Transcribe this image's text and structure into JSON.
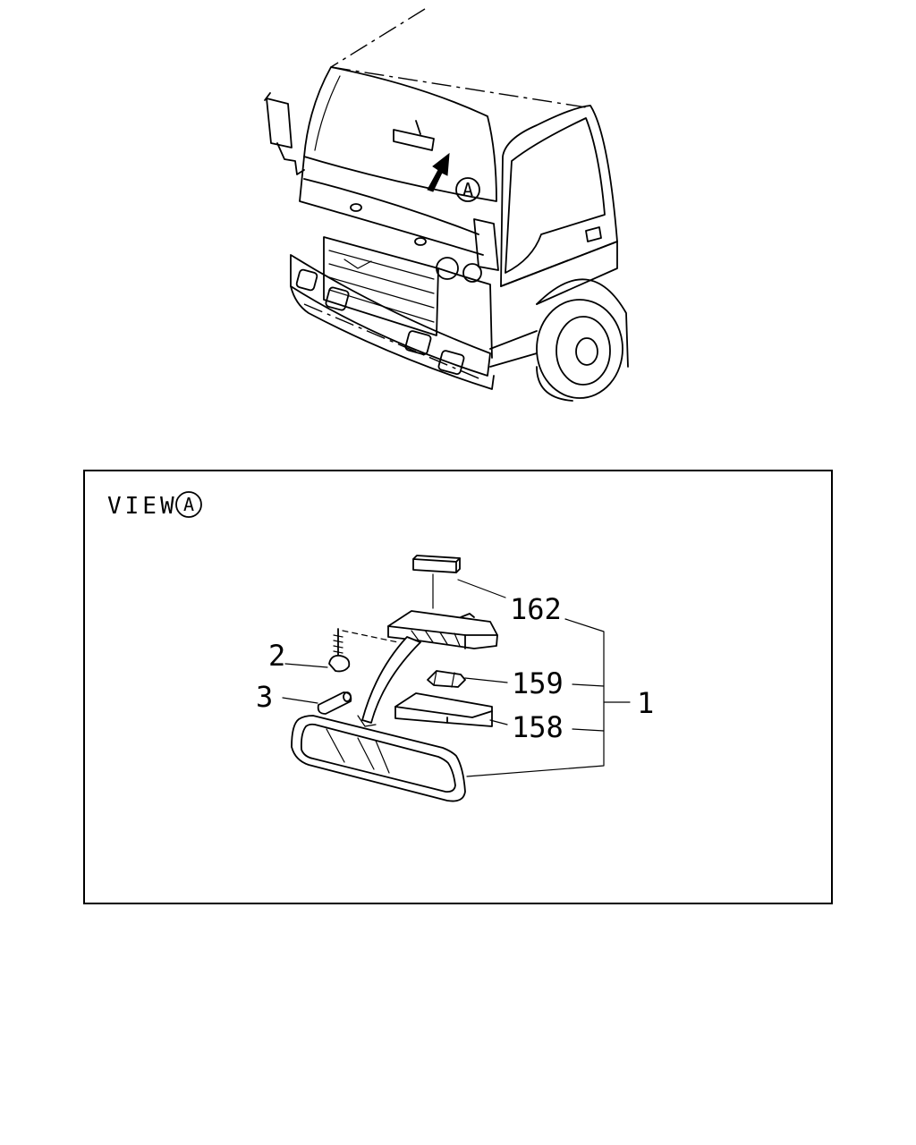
{
  "view_title": "VIEW",
  "view_marker": "A",
  "truck_marker": "A",
  "callouts": [
    {
      "id": "162",
      "text": "162"
    },
    {
      "id": "2",
      "text": "2"
    },
    {
      "id": "159",
      "text": "159"
    },
    {
      "id": "3",
      "text": "3"
    },
    {
      "id": "1",
      "text": "1"
    },
    {
      "id": "158",
      "text": "158"
    }
  ]
}
